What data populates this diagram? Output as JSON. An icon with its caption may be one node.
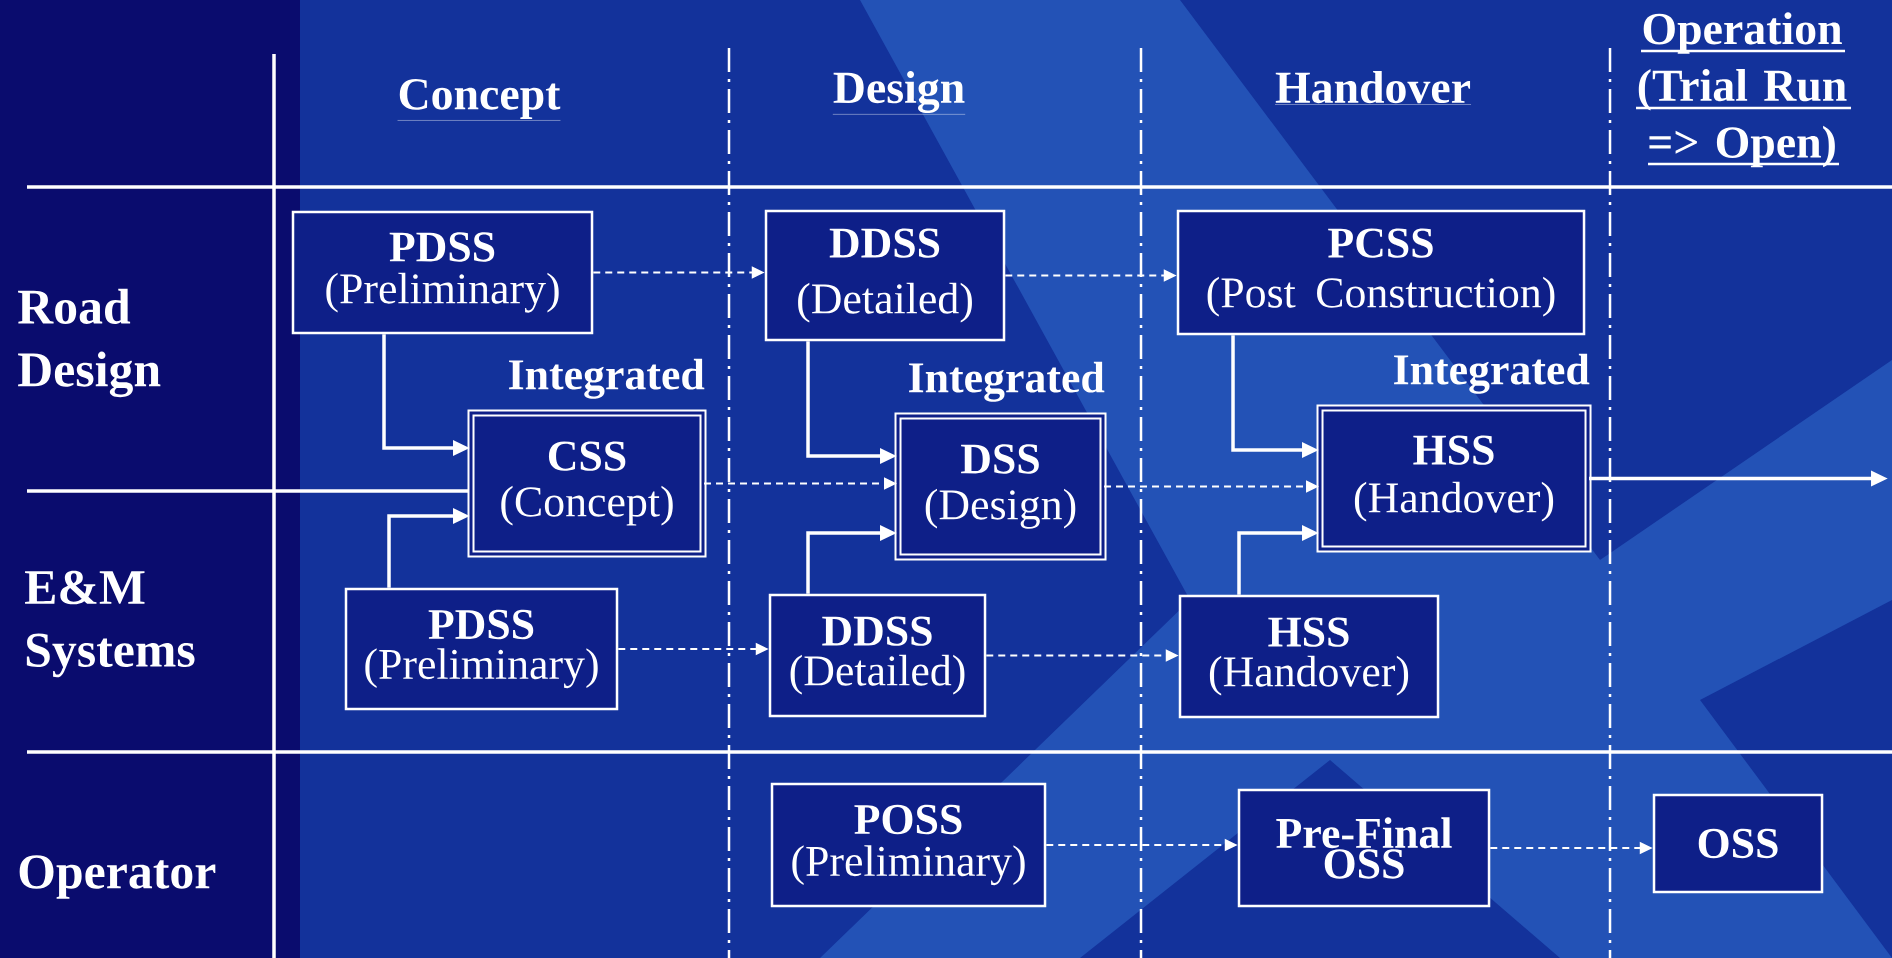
{
  "diagram": {
    "nodes": [
      {
        "text": [
          "PDSS",
          "(Preliminary)"
        ]
      },
      {
        "text": [
          "DDSS",
          "(Detailed)"
        ]
      },
      {
        "text": [
          "PCSS",
          "(Post Construction)"
        ]
      },
      {
        "text": [
          "Integrated",
          "CSS",
          "(Concept)"
        ]
      },
      {
        "text": [
          "Integrated",
          "DSS",
          "(Design)"
        ]
      },
      {
        "text": [
          "Integrated",
          "HSS",
          "(Handover)"
        ]
      },
      {
        "text": [
          "PDSS",
          "(Preliminary)"
        ]
      },
      {
        "text": [
          "DDSS",
          "(Detailed)"
        ]
      },
      {
        "text": [
          "HSS",
          "(Handover)"
        ]
      },
      {
        "text": [
          "POSS",
          "(Preliminary)"
        ]
      },
      {
        "text": [
          "Pre-Final OSS"
        ]
      },
      {
        "text": [
          "OSS"
        ]
      }
    ],
    "edges": [
      {
        "from": 0,
        "to": 1,
        "arrow": "to",
        "style": "dashed"
      },
      {
        "from": 1,
        "to": 2,
        "arrow": "to",
        "style": "dashed"
      },
      {
        "from": 0,
        "to": 3,
        "arrow": "to"
      },
      {
        "from": 6,
        "to": 3,
        "arrow": "to"
      },
      {
        "from": 3,
        "to": 4,
        "arrow": "to",
        "style": "dashed"
      },
      {
        "from": 1,
        "to": 4,
        "arrow": "to"
      },
      {
        "from": 7,
        "to": 4,
        "arrow": "to"
      },
      {
        "from": 4,
        "to": 5,
        "arrow": "to",
        "style": "dashed"
      },
      {
        "from": 2,
        "to": 5,
        "arrow": "to"
      },
      {
        "from": 8,
        "to": 5,
        "arrow": "to"
      },
      {
        "from": 5,
        "to": null,
        "arrow": "to"
      },
      {
        "from": 6,
        "to": 7,
        "arrow": "to",
        "style": "dashed"
      },
      {
        "from": 7,
        "to": 8,
        "arrow": "to",
        "style": "dashed"
      },
      {
        "from": 9,
        "to": 10,
        "arrow": "to",
        "style": "dashed"
      },
      {
        "from": 10,
        "to": 11,
        "arrow": "to",
        "style": "dashed"
      }
    ],
    "labels": [
      "Concept",
      "Design",
      "Handover",
      "Operation (Trial Run => Open)",
      "Road Design",
      "E&M Systems",
      "Operator"
    ]
  }
}
